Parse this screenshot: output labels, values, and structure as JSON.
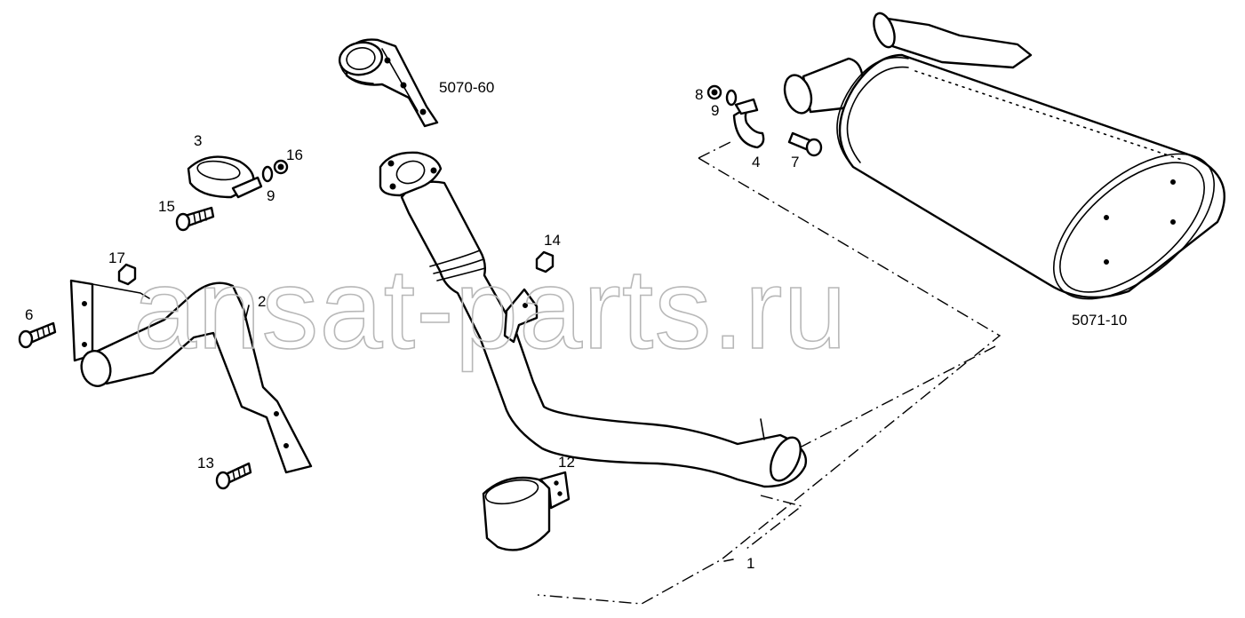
{
  "watermark": "ansat-parts.ru",
  "callouts": {
    "c1": "1",
    "c2": "2",
    "c3": "3",
    "c4": "4",
    "c6": "6",
    "c7": "7",
    "c8": "8",
    "c9a": "9",
    "c9b": "9",
    "c12": "12",
    "c13": "13",
    "c14": "14",
    "c15": "15",
    "c16": "16",
    "c17": "17",
    "ref_front_pipe": "5070-60",
    "ref_muffler": "5071-10"
  }
}
